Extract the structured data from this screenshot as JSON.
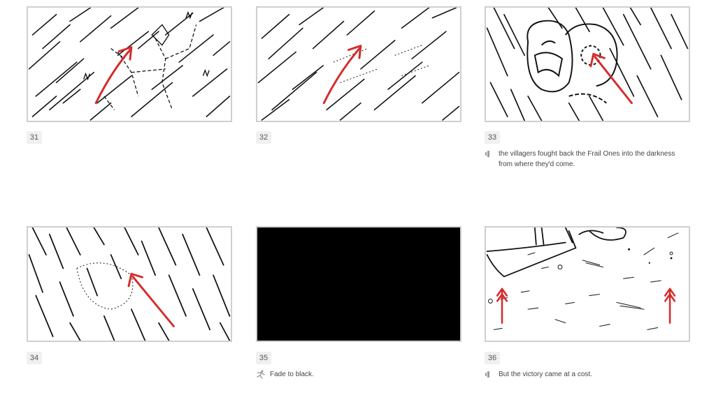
{
  "storyboard": {
    "accent_color": "#d62a2a",
    "panels": [
      {
        "number": "31",
        "type": "sketch",
        "description": "figures in driving rain with red arrow pointing up-right",
        "note": null
      },
      {
        "number": "32",
        "type": "sketch",
        "description": "rain-streaked scene, figures dissolving, red arrow up-right",
        "note": null
      },
      {
        "number": "33",
        "type": "sketch",
        "description": "close-up angry face in rain, red arrow up-left",
        "note": {
          "icon": "audio-icon",
          "text": "the villagers fought back the Frail Ones into the darkness from where they'd come."
        }
      },
      {
        "number": "34",
        "type": "sketch",
        "description": "heavy rain, swirling shapes, red arrow up-left",
        "note": null
      },
      {
        "number": "35",
        "type": "black",
        "description": "black frame",
        "note": {
          "icon": "action-icon",
          "text": "Fade to black."
        }
      },
      {
        "number": "36",
        "type": "sketch",
        "description": "ground-level view with two red upward double arrows",
        "note": {
          "icon": "audio-icon",
          "text": "But the victory came at a cost."
        }
      }
    ]
  }
}
